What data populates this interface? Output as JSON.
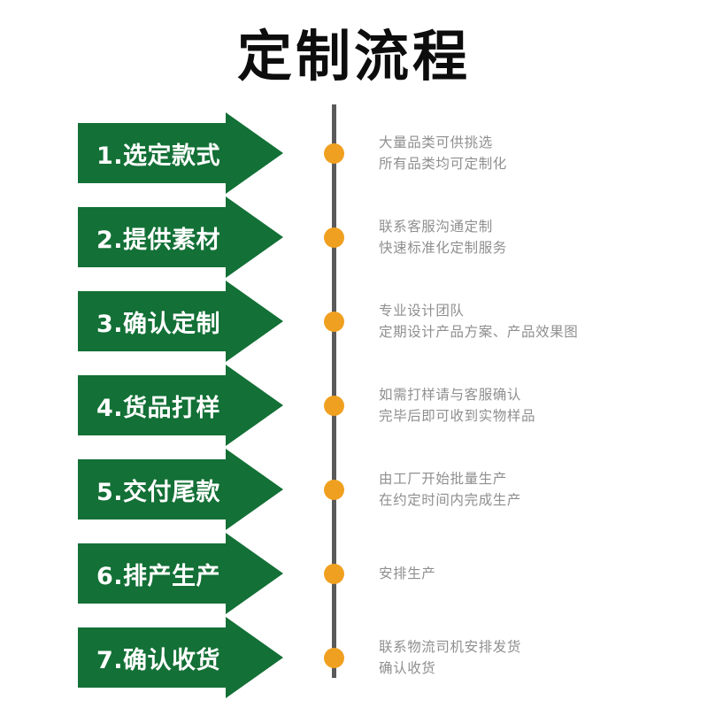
{
  "page": {
    "title": "定制流程",
    "background_color": "#ffffff",
    "arrow_color": "#137036",
    "arrow_text_color": "#ffffff",
    "dot_color": "#f0a020",
    "rail_color": "#5a5a5a",
    "description_color": "#8f8f8f",
    "title_color": "#0d0d0d"
  },
  "steps": [
    {
      "label": "1.选定款式",
      "desc_line1": "大量品类可供挑选",
      "desc_line2": "所有品类均可定制化"
    },
    {
      "label": "2.提供素材",
      "desc_line1": "联系客服沟通定制",
      "desc_line2": "快速标准化定制服务"
    },
    {
      "label": "3.确认定制",
      "desc_line1": "专业设计团队",
      "desc_line2": "定期设计产品方案、产品效果图"
    },
    {
      "label": "4.货品打样",
      "desc_line1": "如需打样请与客服确认",
      "desc_line2": "完毕后即可收到实物样品"
    },
    {
      "label": "5.交付尾款",
      "desc_line1": "由工厂开始批量生产",
      "desc_line2": "在约定时间内完成生产"
    },
    {
      "label": "6.排产生产",
      "desc_line1": "安排生产",
      "desc_line2": ""
    },
    {
      "label": "7.确认收货",
      "desc_line1": "联系物流司机安排发货",
      "desc_line2": "确认收货"
    }
  ]
}
